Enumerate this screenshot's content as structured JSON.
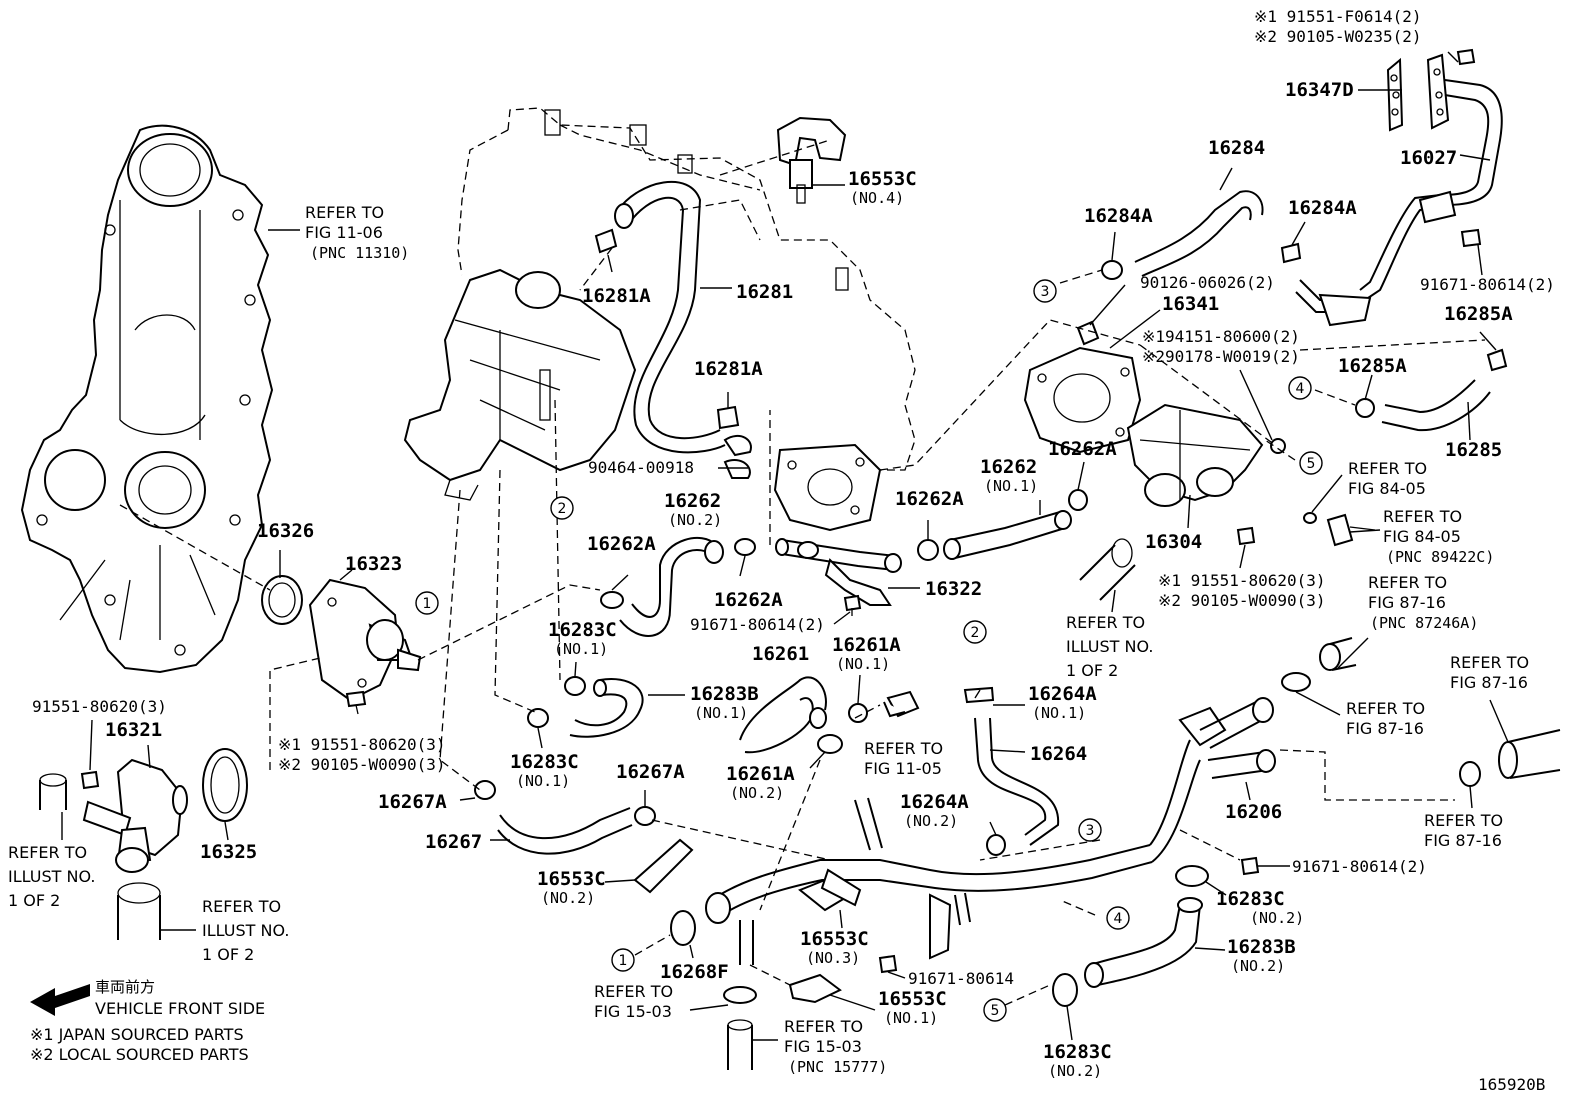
{
  "labels": {
    "l16553c_4": "16553C",
    "l16553c_4n": "(NO.4)",
    "ref1106_a": "REFER TO",
    "ref1106_b": "FIG 11-06",
    "ref1106_c": "(PNC 11310)",
    "l16281a_top": "16281A",
    "l16281": "16281",
    "l16281a_mid": "16281A",
    "l90464": "90464-00918",
    "l16262_no2": "16262",
    "l16262_no2n": "(NO.2)",
    "l16262a_left": "16262A",
    "l16262a_mid": "16262A",
    "l16262a_center": "16262A",
    "l91671_mid": "91671-80614(2)",
    "l16322": "16322",
    "l16326": "16326",
    "l16323": "16323",
    "l16283c_no1a": "16283C",
    "l16283c_no1an": "(NO.1)",
    "l16283b_no1": "16283B",
    "l16283b_no1n": "(NO.1)",
    "l16283c_no1b": "16283C",
    "l16283c_no1bn": "(NO.1)",
    "l16261": "16261",
    "l16261a_no1": "16261A",
    "l16261a_no1n": "(NO.1)",
    "l16261a_no2": "16261A",
    "l16261a_no2n": "(NO.2)",
    "ref1105_a": "REFER TO",
    "ref1105_b": "FIG 11-05",
    "l91551_left": "91551-80620(3)",
    "l16321": "16321",
    "l_j1_left": "※1 91551-80620(3)",
    "l_j2_left": "※2 90105-W0090(3)",
    "l16325": "16325",
    "ill_l_a": "REFER TO",
    "ill_l_b": "ILLUST NO.",
    "ill_l_c": "1 OF 2",
    "ill_b_a": "REFER TO",
    "ill_b_b": "ILLUST NO.",
    "ill_b_c": "1 OF 2",
    "l16267a_a": "16267A",
    "l16267a_b": "16267A",
    "l16267": "16267",
    "l16553c_no2": "16553C",
    "l16553c_no2n": "(NO.2)",
    "l16268f": "16268F",
    "ref1503_a": "REFER TO",
    "ref1503_b": "FIG 15-03",
    "ref1503b_a": "REFER TO",
    "ref1503b_b": "FIG 15-03",
    "ref1503b_c": "(PNC 15777)",
    "l16553c_no3": "16553C",
    "l16553c_no3n": "(NO.3)",
    "l91671_bot": "91671-80614",
    "l16553c_no1": "16553C",
    "l16553c_no1n": "(NO.1)",
    "l16264a_no1": "16264A",
    "l16264a_no1n": "(NO.1)",
    "l16264": "16264",
    "l16264a_no2": "16264A",
    "l16264a_no2n": "(NO.2)",
    "j1_top": "※1 91551-F0614(2)",
    "j2_top": "※2 90105-W0235(2)",
    "l16347d": "16347D",
    "l16027": "16027",
    "l16284": "16284",
    "l16284a_l": "16284A",
    "l16284a_r": "16284A",
    "l90126": "90126-06026(2)",
    "l16341": "16341",
    "l91671_tr": "91671-80614(2)",
    "l_194151": "※194151-80600(2)",
    "l_290178": "※290178-W0019(2)",
    "l16285a_a": "16285A",
    "l16285a_b": "16285A",
    "l16285": "16285",
    "l16262_no1": "16262",
    "l16262_no1n": "(NO.1)",
    "l16262a_r": "16262A",
    "l16304": "16304",
    "ref8405a_a": "REFER TO",
    "ref8405a_b": "FIG 84-05",
    "ref8405b_a": "REFER TO",
    "ref8405b_b": "FIG 84-05",
    "ref8405b_c": "(PNC 89422C)",
    "ill_c_a": "REFER TO",
    "ill_c_b": "ILLUST NO.",
    "ill_c_c": "1 OF 2",
    "j1_mid": "※1 91551-80620(3)",
    "j2_mid": "※2 90105-W0090(3)",
    "ref8716a_a": "REFER TO",
    "ref8716a_b": "FIG 87-16",
    "ref8716a_c": "(PNC 87246A)",
    "ref8716b_a": "REFER TO",
    "ref8716b_b": "FIG 87-16",
    "ref8716c_a": "REFER TO",
    "ref8716c_b": "FIG 87-16",
    "ref8716d_a": "REFER TO",
    "ref8716d_b": "FIG 87-16",
    "l16206": "16206",
    "l91671_br": "91671-80614(2)",
    "l16283c_no2a": "16283C",
    "l16283c_no2an": "(NO.2)",
    "l16283b_no2": "16283B",
    "l16283b_no2n": "(NO.2)",
    "l16283c_no2b": "16283C",
    "l16283c_no2bn": "(NO.2)",
    "legend_jp": "車両前方",
    "legend_en": "VEHICLE FRONT SIDE",
    "legend_j1": "※1 JAPAN SOURCED PARTS",
    "legend_j2": "※2 LOCAL SOURCED PARTS",
    "fig_id": "165920B"
  },
  "callouts": [
    "1",
    "2",
    "3",
    "4",
    "5",
    "2",
    "3",
    "4",
    "5",
    "1"
  ]
}
